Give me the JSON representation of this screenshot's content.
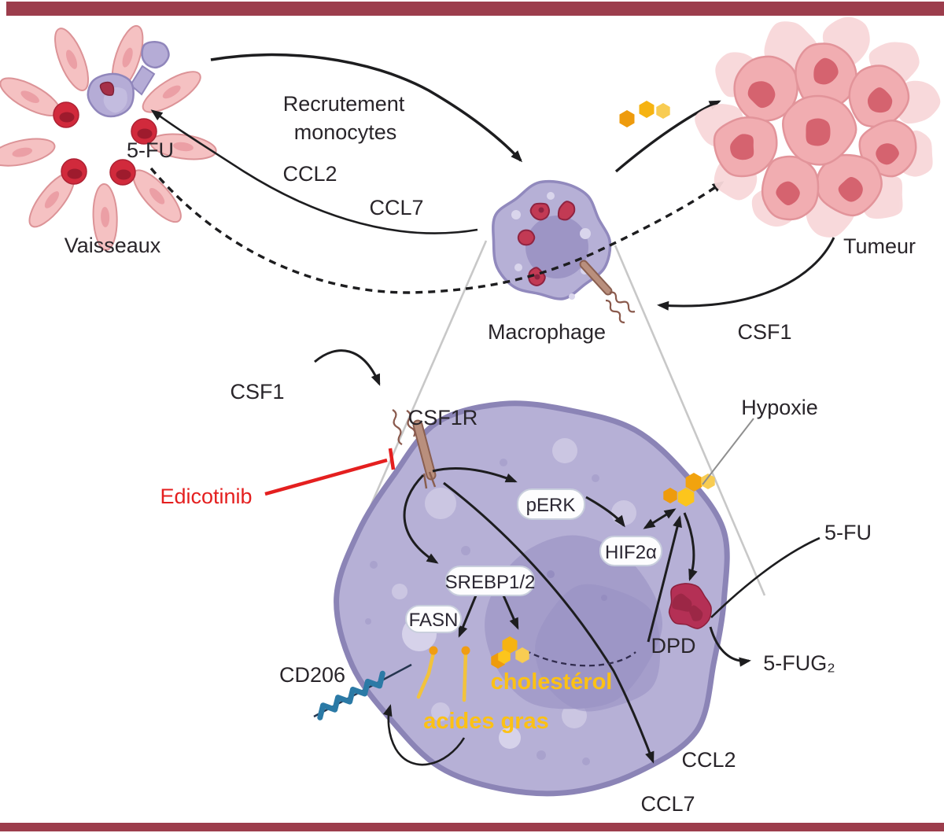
{
  "figure": {
    "description": "Schéma signalisation macrophage / tumeur",
    "labels": {
      "vessel": "Vaisseaux",
      "fu_vessel": "5-FU",
      "recruitment_line1": "Recrutement",
      "recruitment_line2": "monocytes",
      "ccl2_top": "CCL2",
      "ccl7_top": "CCL7",
      "macrophage": "Macrophage",
      "tumor": "Tumeur",
      "csf1_right": "CSF1",
      "csf1_left": "CSF1",
      "csf1r": "CSF1R",
      "edicotinib": "Edicotinib",
      "hypoxie": "Hypoxie",
      "perk": "pERK",
      "hif2a": "HIF2α",
      "srebp": "SREBP1/2",
      "fasn": "FASN",
      "dpd": "DPD",
      "cholesterol": "cholestérol",
      "fatty_acids": "acides gras",
      "cd206": "CD206",
      "fu_right": "5-FU",
      "fug2": "5-FUG₂",
      "ccl2_bottom": "CCL2",
      "ccl7_bottom": "CCL7"
    },
    "palette": {
      "frame_maroon": "#9c3d4c",
      "text_black": "#29252a",
      "inhibitor_red": "#e41f1f",
      "lipid_label_yellow": "#fcc115",
      "cell_purple": "#b6b0d6",
      "cell_outline_purple": "#8b84b6",
      "nucleus_purple": "#a49dca",
      "tumor_pink": "#f1adb1",
      "tumor_nucleus": "#d5636f",
      "vessel_pink": "#f5c1c2",
      "rbc_red": "#d12a3c",
      "granule_red": "#c23a54",
      "hex_orange": "#f6b312",
      "hex_dark_orange": "#ee9b0d",
      "hex_pale_yellow": "#f8cc52",
      "cd206_blue": "#2b7aa6",
      "dpd_red": "#b43055",
      "receptor_tan": "#b98f7d"
    }
  }
}
